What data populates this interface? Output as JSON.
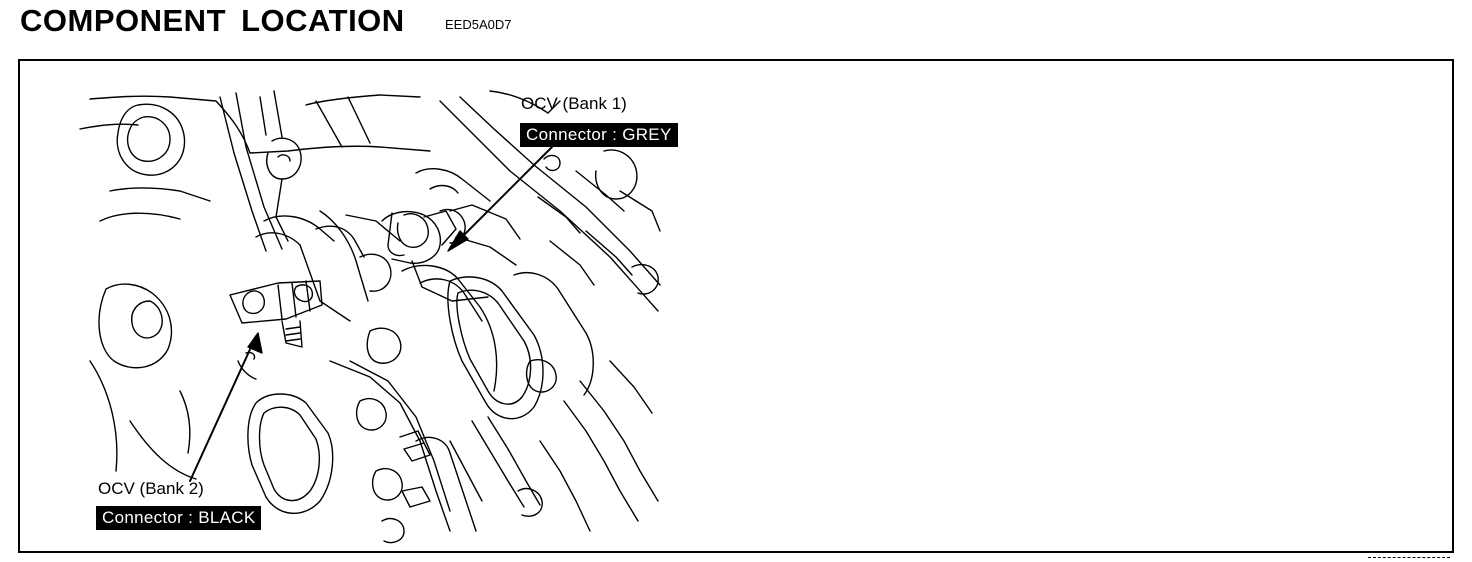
{
  "header": {
    "title": "COMPONENT LOCATION",
    "code": "EED5A0D7"
  },
  "callouts": {
    "bank1": {
      "title": "OCV (Bank 1)",
      "connector": "Connector : GREY"
    },
    "bank2": {
      "title": "OCV (Bank 2)",
      "connector": "Connector : BLACK"
    }
  },
  "illustration": {
    "subject": "engine-head-line-drawing",
    "colors": {
      "line": "#000000",
      "background": "#ffffff",
      "badge_background": "#000000",
      "badge_text": "#ffffff"
    }
  }
}
